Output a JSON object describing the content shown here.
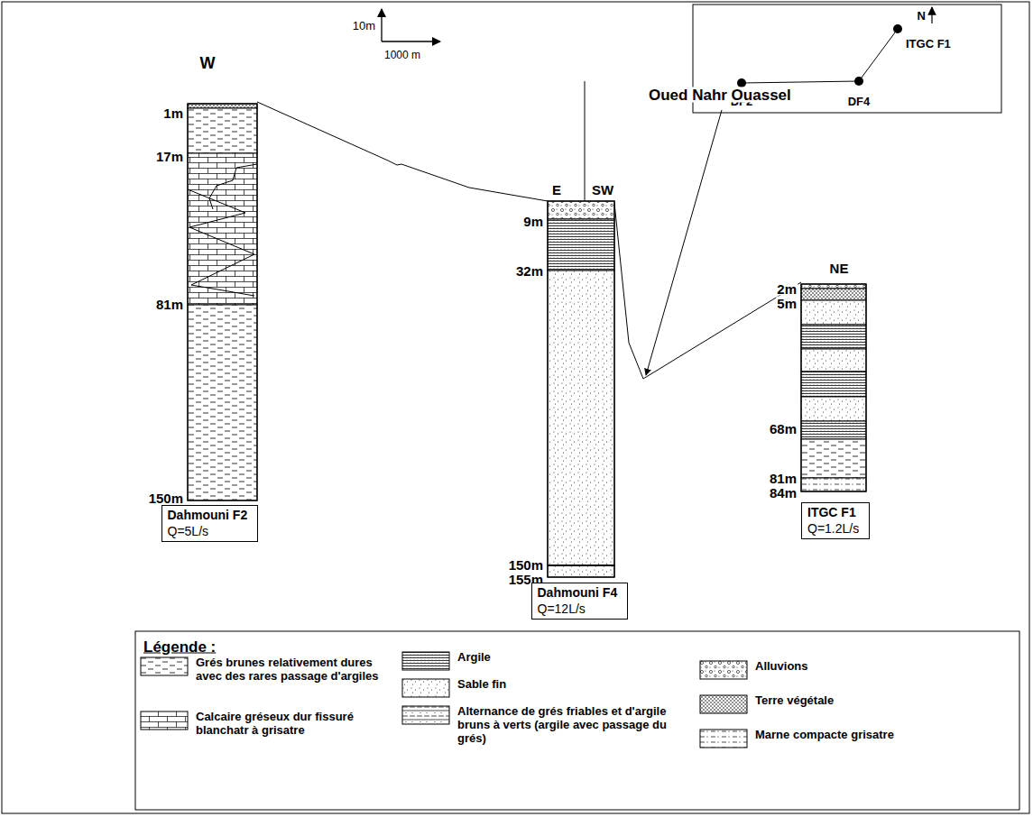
{
  "diagram": {
    "nodes": [
      {
        "text": [
          "Dahmouni F2",
          "Q=5L/s"
        ]
      },
      {
        "text": [
          "Dahmouni F4",
          "Q=12L/s"
        ]
      },
      {
        "text": [
          "ITGC F1",
          "Q=1.2L/s"
        ]
      }
    ],
    "labels": [
      "W",
      "10m",
      "1000 m",
      "N",
      "DF2",
      "DF4",
      "ITGC F1",
      "1m",
      "17m",
      "81m",
      "150m",
      "E",
      "SW",
      "9m",
      "32m",
      "150m",
      "155m",
      "Oued Nahr Ouassel",
      "NE",
      "2m",
      "5m",
      "68m",
      "81m",
      "84m",
      "Légende :"
    ],
    "legend": [
      {
        "text": "Grés brunes relativement dures avec des rares passage d'argiles"
      },
      {
        "text": "Calcaire gréseux dur fissuré blanchatr à grisatre"
      },
      {
        "text": "Argile"
      },
      {
        "text": "Sable fin"
      },
      {
        "text": "Alternance de grés friables et d'argile bruns à verts (argile avec passage du grés)"
      },
      {
        "text": "Alluvions"
      },
      {
        "text": "Terre végétale"
      },
      {
        "text": "Marne compacte grisatre"
      }
    ]
  }
}
